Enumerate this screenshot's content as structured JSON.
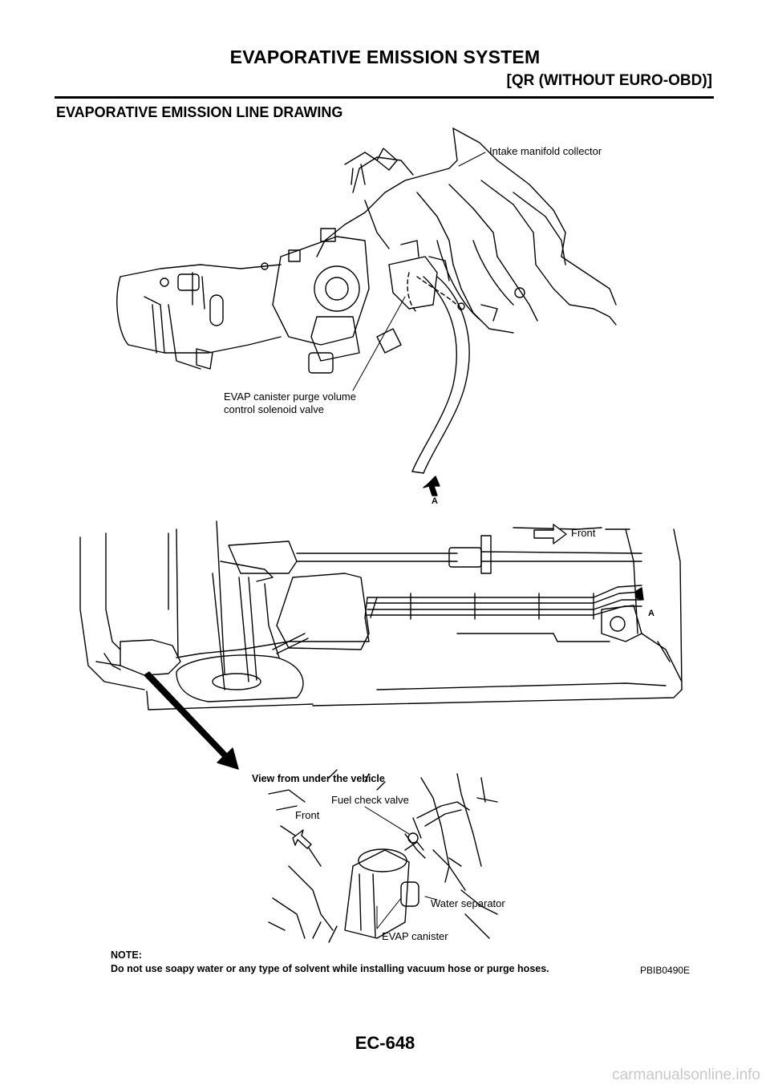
{
  "header": {
    "title": "EVAPORATIVE EMISSION SYSTEM",
    "subtitle": "[QR (WITHOUT EURO-OBD)]"
  },
  "section": {
    "title": "EVAPORATIVE EMISSION LINE DRAWING"
  },
  "figure": {
    "labels": {
      "intake_manifold": "Intake manifold collector",
      "purge_valve_line1": "EVAP canister purge volume",
      "purge_valve_line2": "control solenoid valve",
      "marker_a_top": "A",
      "front_top": "Front",
      "marker_a_mid": "A",
      "view_under": "View from under the vehicle",
      "fuel_check_valve": "Fuel check valve",
      "front_bottom": "Front",
      "water_separator": "Water separator",
      "evap_canister": "EVAP canister"
    },
    "figure_id": "PBIB0490E"
  },
  "note": {
    "heading": "NOTE:",
    "text": "Do not use soapy water or any type of solvent while installing vacuum hose or purge hoses."
  },
  "footer": {
    "page_number": "EC-648",
    "watermark": "carmanualsonline.info"
  }
}
